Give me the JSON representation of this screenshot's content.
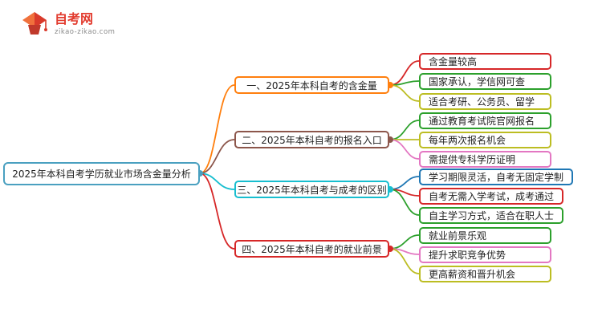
{
  "logo": {
    "title": "自考网",
    "subtitle": "zikao-zikao.com",
    "icon": "graduation-cap",
    "brand_color": "#e23b2e"
  },
  "root": {
    "label": "2025年本科自考学历就业市场含金量分析",
    "color": "#4aa0c0"
  },
  "branches": [
    {
      "label": "一、2025年本科自考的含金量",
      "color": "#ff7f0e",
      "children": [
        {
          "label": "含金量较高",
          "color": "#d62728"
        },
        {
          "label": "国家承认，学信网可查",
          "color": "#2ca02c"
        },
        {
          "label": "适合考研、公务员、留学",
          "color": "#bcbd22"
        }
      ]
    },
    {
      "label": "二、2025年本科自考的报名入口",
      "color": "#8c564b",
      "children": [
        {
          "label": "通过教育考试院官网报名",
          "color": "#2ca02c"
        },
        {
          "label": "每年两次报名机会",
          "color": "#bcbd22"
        },
        {
          "label": "需提供专科学历证明",
          "color": "#e377c2"
        }
      ]
    },
    {
      "label": "三、2025年本科自考与成考的区别",
      "color": "#17becf",
      "children": [
        {
          "label": "学习期限灵活，自考无固定学制",
          "color": "#1f77b4"
        },
        {
          "label": "自考无需入学考试，成考通过",
          "color": "#d62728"
        },
        {
          "label": "自主学习方式，适合在职人士",
          "color": "#2ca02c"
        }
      ]
    },
    {
      "label": "四、2025年本科自考的就业前景",
      "color": "#d62728",
      "children": [
        {
          "label": "就业前景乐观",
          "color": "#2ca02c"
        },
        {
          "label": "提升求职竞争优势",
          "color": "#e377c2"
        },
        {
          "label": "更高薪资和晋升机会",
          "color": "#bcbd22"
        }
      ]
    }
  ]
}
